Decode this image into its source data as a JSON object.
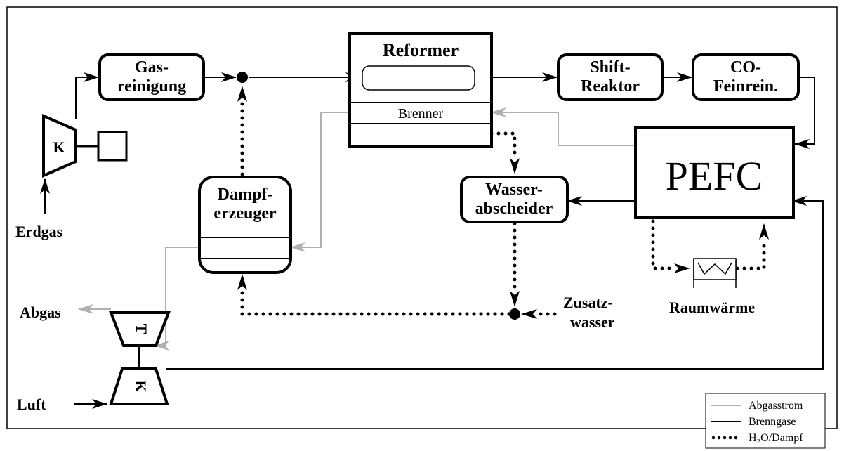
{
  "components": {
    "k1": "K",
    "gas_line1": "Gas-",
    "gas_line2": "reinigung",
    "reformer": "Reformer",
    "brenner": "Brenner",
    "shift_line1": "Shift-",
    "shift_line2": "Reaktor",
    "co_line1": "CO-",
    "co_line2": "Feinrein.",
    "pefc": "PEFC",
    "wasser_line1": "Wasser-",
    "wasser_line2": "abscheider",
    "dampf_line1": "Dampf-",
    "dampf_line2": "erzeuger",
    "turbine": "T",
    "k2": "K"
  },
  "labels": {
    "erdgas": "Erdgas",
    "abgas": "Abgas",
    "luft": "Luft",
    "zusatz_line1": "Zusatz-",
    "zusatz_line2": "wasser",
    "raumwaerme": "Raumwärme"
  },
  "legend": {
    "items": [
      {
        "label": "Abgasstrom",
        "style": "grey-line"
      },
      {
        "label": "Brenngase",
        "style": "black-line"
      },
      {
        "label": "H₂O/Dampf",
        "style": "dotted-line"
      }
    ]
  },
  "colors": {
    "line": "#000000",
    "exhaust": "#b0b0b0",
    "background": "#ffffff"
  }
}
